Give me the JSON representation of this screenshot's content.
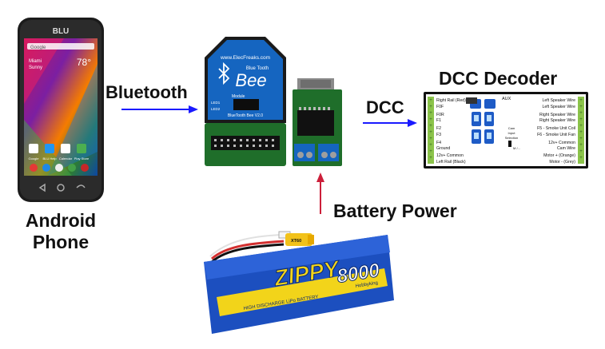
{
  "labels": {
    "bluetooth": "Bluetooth",
    "dcc": "DCC",
    "dcc_decoder": "DCC Decoder",
    "battery_power": "Battery Power",
    "android_line1": "Android",
    "android_line2": "Phone"
  },
  "phone": {
    "brand": "BLU",
    "time": "78°",
    "weather_city": "Miami",
    "weather_cond": "Sunny",
    "apps": [
      "Google",
      "BLU Help",
      "Calendar",
      "Play Store"
    ],
    "search_text": "Google"
  },
  "bluetooth_module": {
    "url": "www.ElecFreaks.com",
    "word1": "Blue Tooth",
    "word2": "Bee",
    "model": "BlueTooth Bee V2.0",
    "side_labels": [
      "LED1",
      "LED2"
    ],
    "module_text": "Module"
  },
  "decoder": {
    "aux_label": "AUX",
    "left_labels": [
      "Right Rail (Red)",
      "F0F",
      "F0R",
      "F1",
      "F2",
      "F3",
      "F4",
      "Ground",
      "12v+ Common",
      "Left Rail (Black)"
    ],
    "right_labels": [
      "Left Speaker Wire",
      "Left Speaker Wire",
      "Right Speaker Wire",
      "Right Speaker Wire",
      "F5 - Smoke Unit Coil",
      "F6 - Smoke Unit Fan",
      "12v+ Common",
      "Cam Wire",
      "Motor + (Orange)",
      "Motor - (Grey)"
    ],
    "center_text": [
      "Cam",
      "Input",
      "Selection"
    ],
    "switch_text": "M /..."
  },
  "battery": {
    "brand": "ZIPPY",
    "capacity": "8000",
    "spec_line": "HIGH DISCHARGE LiPo BATTERY",
    "connector": "XT60",
    "maker": "Hobbyking"
  },
  "colors": {
    "arrow_blue": "#1a1aff",
    "arrow_red": "#cc1f3a",
    "pcb_green": "#1f6e2a",
    "battery_blue": "#1c4fbf",
    "battery_yellow": "#f2d41a"
  }
}
